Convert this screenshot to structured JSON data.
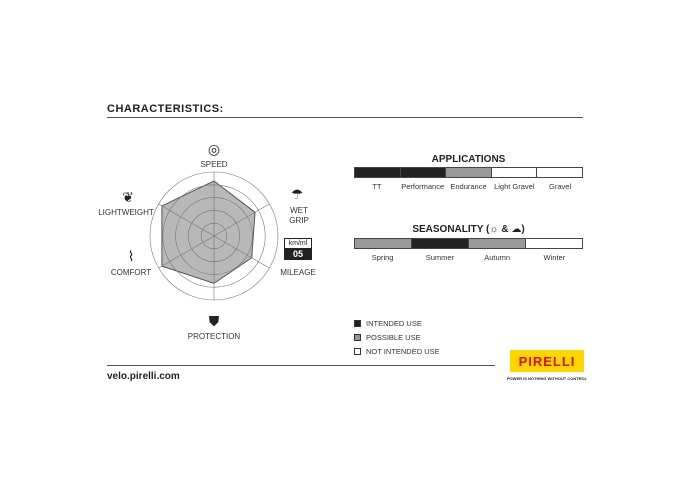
{
  "title": "CHARACTERISTICS:",
  "footer_url": "velo.pirelli.com",
  "radar": {
    "max": 5,
    "axes": [
      {
        "label": "SPEED",
        "icon": "tire-icon",
        "value": 4.3
      },
      {
        "label": "WET\nGRIP",
        "icon": "rain-cloud-icon",
        "value": 3.7
      },
      {
        "label": "MILEAGE",
        "icon": "odometer-icon",
        "value": 3.4
      },
      {
        "label": "PROTECTION",
        "icon": "shield-icon",
        "value": 3.7
      },
      {
        "label": "COMFORT",
        "icon": "spring-icon",
        "value": 4.7
      },
      {
        "label": "LIGHTWEIGHT",
        "icon": "feather-icon",
        "value": 4.7
      }
    ],
    "odometer": {
      "unit": "km/ml",
      "digits": "05"
    }
  },
  "applications": {
    "title": "APPLICATIONS",
    "items": [
      {
        "label": "TT",
        "use": "intended"
      },
      {
        "label": "Performance",
        "use": "intended"
      },
      {
        "label": "Endurance",
        "use": "possible"
      },
      {
        "label": "Light Gravel",
        "use": "not"
      },
      {
        "label": "Gravel",
        "use": "not"
      }
    ]
  },
  "seasonality": {
    "title": "SEASONALITY (",
    "amp": "&",
    "close": ")",
    "items": [
      {
        "label": "Spring",
        "use": "possible"
      },
      {
        "label": "Summer",
        "use": "intended"
      },
      {
        "label": "Autumn",
        "use": "possible"
      },
      {
        "label": "Winter",
        "use": "not"
      }
    ]
  },
  "legend": [
    {
      "label": "INTENDED USE",
      "color": "#222222"
    },
    {
      "label": "POSSIBLE USE",
      "color": "#999999"
    },
    {
      "label": "NOT INTENDED USE",
      "color": "#ffffff"
    }
  ],
  "colors": {
    "intended": "#222222",
    "possible": "#999999",
    "not": "#ffffff",
    "brand_yellow": "#ffd600",
    "brand_red": "#d8101a"
  },
  "brand": {
    "logo": "PIRELLI",
    "tagline": "POWER IS NOTHING WITHOUT CONTROL"
  }
}
